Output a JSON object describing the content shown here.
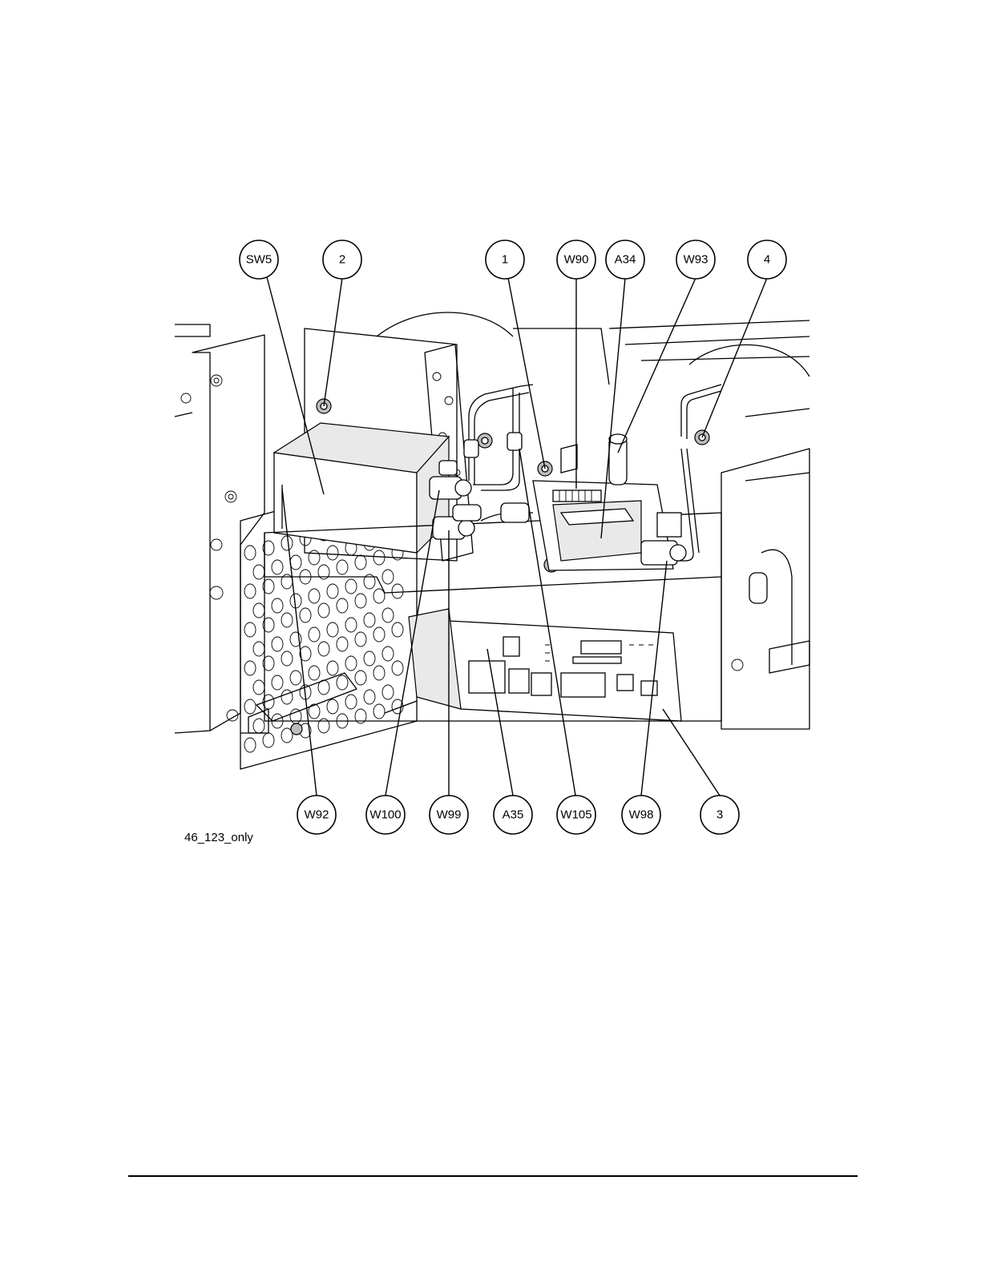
{
  "figure": {
    "id_label": "46_123_only",
    "callouts_top": [
      {
        "key": "sw5",
        "label": "SW5"
      },
      {
        "key": "2",
        "label": "2"
      },
      {
        "key": "1",
        "label": "1"
      },
      {
        "key": "w90",
        "label": "W90"
      },
      {
        "key": "a34",
        "label": "A34"
      },
      {
        "key": "w93",
        "label": "W93"
      },
      {
        "key": "4",
        "label": "4"
      }
    ],
    "callouts_bottom": [
      {
        "key": "w92",
        "label": "W92"
      },
      {
        "key": "w100",
        "label": "W100"
      },
      {
        "key": "w99",
        "label": "W99"
      },
      {
        "key": "a35",
        "label": "A35"
      },
      {
        "key": "w105",
        "label": "W105"
      },
      {
        "key": "w98",
        "label": "W98"
      },
      {
        "key": "3",
        "label": "3"
      }
    ]
  }
}
